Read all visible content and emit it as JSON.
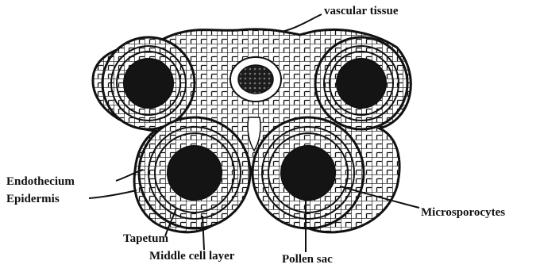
{
  "labels": {
    "vascular_tissue": "vascular tissue",
    "endothecium": "Endothecium",
    "epidermis": "Epidermis",
    "tapetum": "Tapetum",
    "middle_cell_layer": "Middle cell layer",
    "pollen_sac": "Pollen sac",
    "microsporocytes": "Microsporocytes"
  },
  "colors": {
    "ink": "#111111",
    "background": "#ffffff"
  }
}
